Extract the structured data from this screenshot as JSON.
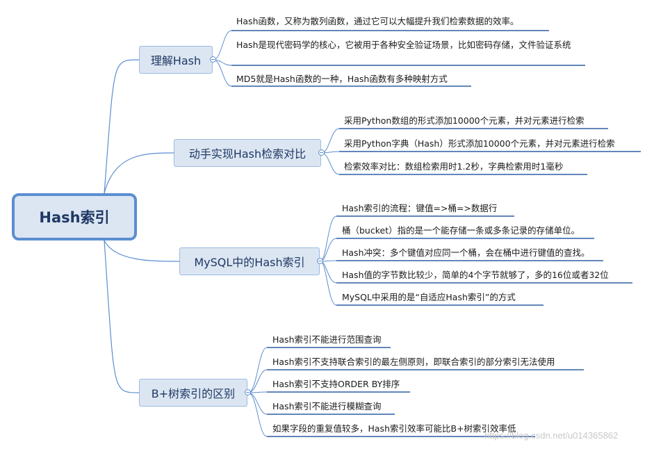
{
  "root": {
    "label": "Hash索引"
  },
  "branches": [
    {
      "label": "理解Hash",
      "leaves": [
        "Hash函数，又称为散列函数，通过它可以大幅提升我们检索数据的效率。",
        "Hash是现代密码学的核心，它被用于各种安全验证场景，比如密码存储，文件验证系统",
        "MD5就是Hash函数的一种，Hash函数有多种映射方式"
      ]
    },
    {
      "label": "动手实现Hash检索对比",
      "leaves": [
        "采用Python数组的形式添加10000个元素，并对元素进行检索",
        "采用Python字典（Hash）形式添加10000个元素，并对元素进行检索",
        "检索效率对比：数组检索用时1.2秒，字典检索用时1毫秒"
      ]
    },
    {
      "label": "MySQL中的Hash索引",
      "leaves": [
        "Hash索引的流程：键值=>桶=>数据行",
        "桶（bucket）指的是一个能存储一条或多条记录的存储单位。",
        "Hash冲突：多个键值对应同一个桶，会在桶中进行键值的查找。",
        "Hash值的字节数比较少，简单的4个字节就够了，多的16位或者32位",
        "MySQL中采用的是“自适应Hash索引”的方式"
      ]
    },
    {
      "label": "B+树索引的区别",
      "leaves": [
        "Hash索引不能进行范围查询",
        "Hash索引不支持联合索引的最左侧原则，即联合索引的部分索引无法使用",
        "Hash索引不支持ORDER BY排序",
        "Hash索引不能进行模糊查询",
        "如果字段的重复值较多，Hash索引效率可能比B+树索引效率低"
      ]
    }
  ],
  "watermark": "https://blog.csdn.net/u014365862",
  "colors": {
    "line": "#5b8ed0",
    "node_fill": "#dce6f2",
    "underline": "#2e5fa3"
  }
}
